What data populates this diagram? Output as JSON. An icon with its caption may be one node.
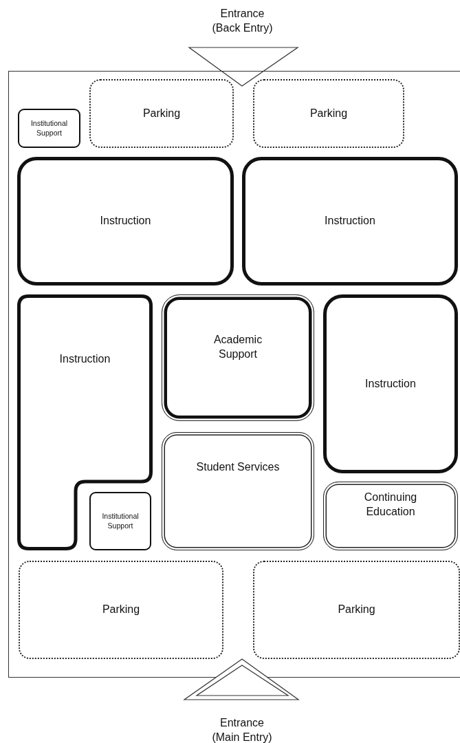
{
  "diagram": {
    "nodes": [
      {
        "text": [
          "Entrance (Back Entry)"
        ]
      },
      {
        "text": [],
        "shape": "box"
      },
      {
        "text": [
          "Institutional Support"
        ],
        "in": 1
      },
      {
        "text": [
          "Parking"
        ],
        "in": 1
      },
      {
        "text": [
          "Parking"
        ],
        "in": 1
      },
      {
        "text": [
          "Instruction"
        ],
        "in": 1
      },
      {
        "text": [
          "Instruction"
        ],
        "in": 1
      },
      {
        "text": [
          "Instruction"
        ],
        "in": 1
      },
      {
        "text": [
          "Academic Support"
        ],
        "in": 1
      },
      {
        "text": [
          "Instruction"
        ],
        "in": 1
      },
      {
        "text": [
          "Student Services"
        ],
        "in": 1
      },
      {
        "text": [
          "Continuing Education"
        ],
        "in": 1
      },
      {
        "text": [
          "Institutional Support"
        ],
        "in": 1
      },
      {
        "text": [
          "Parking"
        ],
        "in": 1
      },
      {
        "text": [
          "Parking"
        ],
        "in": 1
      },
      {
        "text": [
          "Entrance (Main Entry)"
        ]
      }
    ],
    "edges": []
  }
}
